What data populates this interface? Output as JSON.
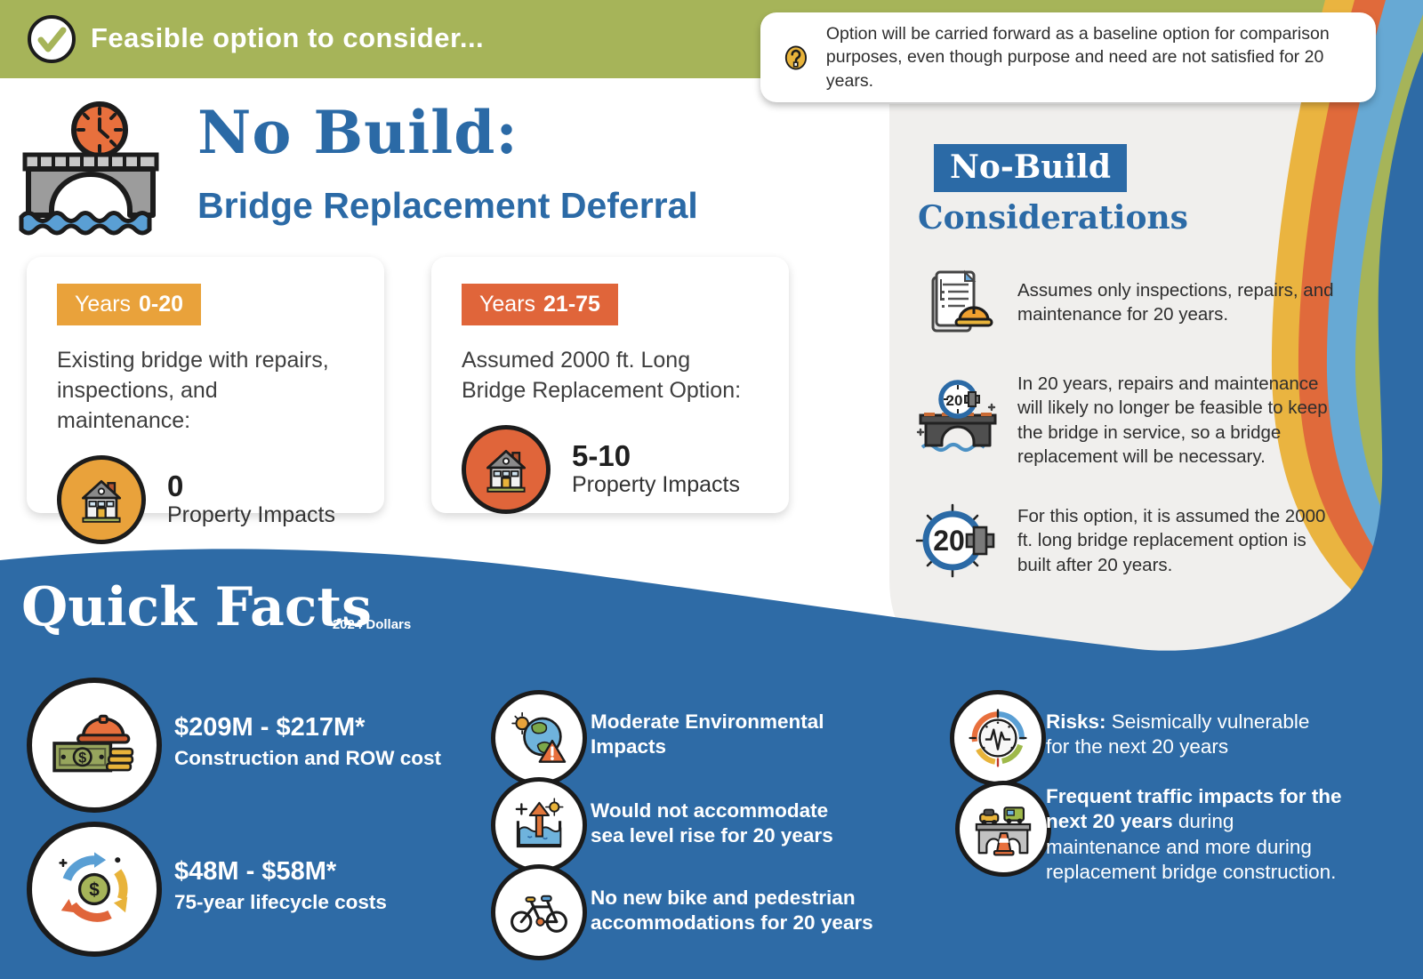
{
  "colors": {
    "header_green": "#a6b459",
    "accent_blue": "#2b6aa6",
    "badge_amber": "#e9a23b",
    "badge_orange": "#e0653a",
    "panel_gray": "#f0efed",
    "stripe_yellow": "#eab440",
    "stripe_orange": "#e06a3b",
    "stripe_light_blue": "#67a9d4",
    "text_dark": "#2e2e2e"
  },
  "banner": {
    "label": "Feasible option to consider..."
  },
  "callout": {
    "text": "Option will be carried forward as a baseline option for comparison purposes, even though purpose and need are not satisfied for 20 years."
  },
  "title": {
    "main": "No Build:",
    "subtitle": "Bridge Replacement Deferral"
  },
  "cards": [
    {
      "icon": "house-icon",
      "badge_prefix": "Years",
      "badge_range": "0-20",
      "description": "Existing bridge with repairs, inspections, and maintenance:",
      "impact_value": "0",
      "impact_label": "Property Impacts"
    },
    {
      "icon": "house-icon",
      "badge_prefix": "Years",
      "badge_range": "21-75",
      "description": "Assumed 2000 ft. Long Bridge Replacement Option:",
      "impact_value": "5-10",
      "impact_label": "Property Impacts"
    }
  ],
  "considerations": {
    "heading_line1": "No-Build",
    "heading_line2": "Considerations",
    "items": [
      {
        "icon": "inspection-checklist-hardhat-icon",
        "text": "Assumes only inspections, repairs, and maintenance for 20 years."
      },
      {
        "icon": "bridge-timer-20-plus-icon",
        "text": "In 20 years, repairs and maintenance will likely no longer be feasible to keep the bridge in service, so a bridge replacement will be necessary."
      },
      {
        "icon": "timer-20-plus-icon",
        "text": "For this option, it is assumed the 2000 ft. long bridge replacement option is built after 20 years."
      }
    ]
  },
  "quick_facts": {
    "heading": "Quick Facts",
    "note": "*2024 Dollars",
    "cost_facts": [
      {
        "icon": "money-hardhat-icon",
        "value": "$209M - $217M*",
        "label": "Construction and ROW cost"
      },
      {
        "icon": "lifecycle-dollar-icon",
        "value": "$48M - $58M*",
        "label": "75-year lifecycle costs"
      }
    ],
    "impact_facts": [
      {
        "icon": "globe-warning-icon",
        "text": "Moderate Environmental Impacts"
      },
      {
        "icon": "sea-level-rise-icon",
        "text": "Would not accommodate sea level rise for 20 years"
      },
      {
        "icon": "bicycle-icon",
        "text": "No new bike and pedestrian accommodations for 20 years"
      }
    ],
    "risk_facts": [
      {
        "icon": "seismic-gauge-icon",
        "bold": "Risks:",
        "rest": " Seismically vulnerable for the next 20 years"
      },
      {
        "icon": "traffic-bridge-cone-icon",
        "bold": "Frequent traffic impacts for the next 20 years",
        "rest": " during maintenance and more during replacement bridge construction."
      }
    ]
  }
}
